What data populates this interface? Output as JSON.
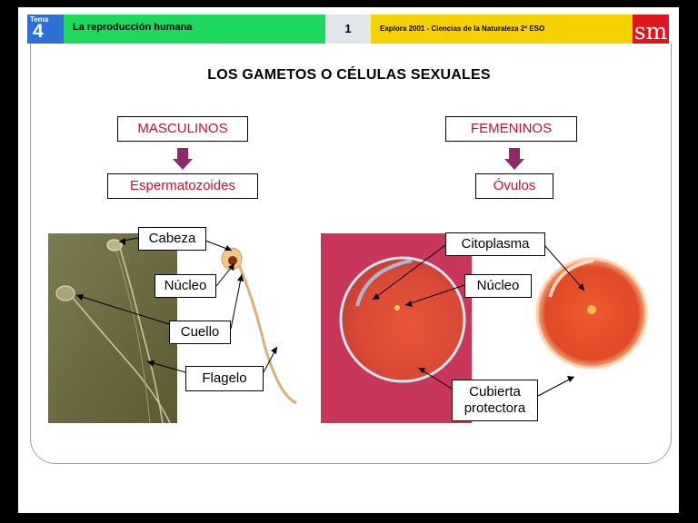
{
  "header": {
    "tema_label": "Tema",
    "tema_number": "4",
    "unit_title": "La reproducción humana",
    "page_number": "1",
    "series_title": "Explora 2001 - Ciencias de la Naturaleza 2º ESO",
    "publisher_logo": "sm"
  },
  "slide": {
    "title": "LOS GAMETOS O CÉLULAS SEXUALES",
    "male": {
      "category": "MASCULINOS",
      "gamete": "Espermatozoides"
    },
    "female": {
      "category": "FEMENINOS",
      "gamete": "Óvulos"
    },
    "sperm_labels": {
      "cabeza": "Cabeza",
      "nucleo": "Núcleo",
      "cuello": "Cuello",
      "flagelo": "Flagelo"
    },
    "ovum_labels": {
      "citoplasma": "Citoplasma",
      "nucleo": "Núcleo",
      "cubierta_line1": "Cubierta",
      "cubierta_line2": "protectora"
    }
  },
  "colors": {
    "category_text": "#c8102e",
    "arrow": "#8e2a6a",
    "tema_bg": "#2e6fd8",
    "green_bar": "#1fd860",
    "yellow_bar": "#f6d100",
    "logo_bg": "#e2141e"
  }
}
